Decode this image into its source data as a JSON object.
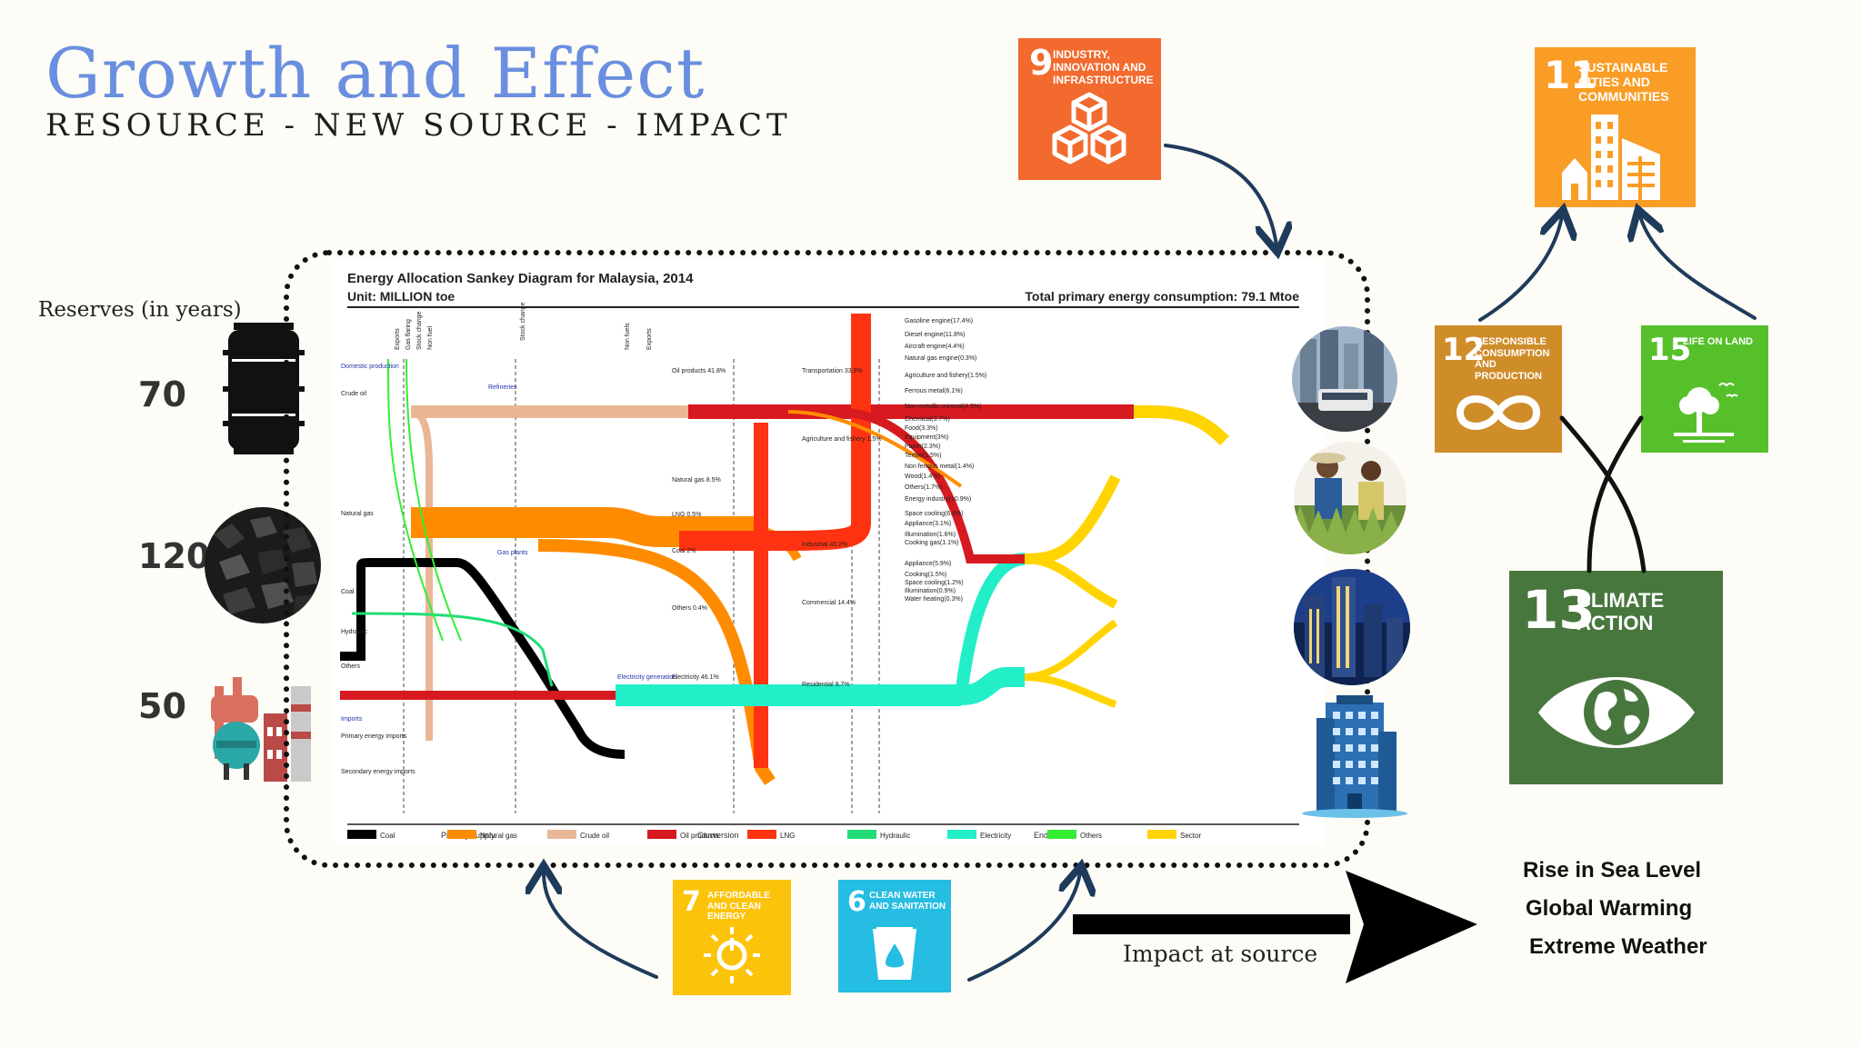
{
  "header": {
    "title": "Growth and Effect",
    "subtitle": "RESOURCE - NEW SOURCE - IMPACT"
  },
  "reserves": {
    "label": "Reserves (in years)",
    "items": [
      {
        "resource": "oil-barrel-icon",
        "value": "70"
      },
      {
        "resource": "coal-icon",
        "value": "120"
      },
      {
        "resource": "gas-plant-icon",
        "value": "50"
      }
    ]
  },
  "sankey": {
    "title": "Energy Allocation Sankey Diagram for Malaysia, 2014",
    "unit": "Unit: MILLION toe",
    "total": "Total primary energy consumption: 79.1 Mtoe",
    "columns": [
      "Primary supply",
      "Conversion",
      "End-use"
    ],
    "sources": [
      "Domestic production",
      "Crude oil",
      "Natural gas",
      "Coal",
      "Hydraulic",
      "Others",
      "Imports",
      "Primary energy imports",
      "Secondary energy imports"
    ],
    "top_labels": [
      "Exports",
      "Gas flaring",
      "Stock change",
      "Non fuel",
      "Stock change",
      "Non fuels",
      "Exports"
    ],
    "conversion_labels": [
      "Refineries",
      "Gas plants",
      "Electricity generation"
    ],
    "carriers": [
      "Oil products 41.8%",
      "Natural gas 8.5%",
      "LNG 0.5%",
      "Coal 2%",
      "Others 0.4%",
      "Electricity 46.1%"
    ],
    "sectors": [
      "Transportation 33.9%",
      "Agriculture and fishery 1.5%",
      "Industrial 40.2%",
      "Commercial 14.4%",
      "Residential 9.7%"
    ],
    "end_uses": [
      "Gasoline engine(17.4%)",
      "Diesel engine(11.8%)",
      "Aircraft engine(4.4%)",
      "Natural gas engine(0.3%)",
      "Agriculture and fishery(1.5%)",
      "Ferrous metal(6.1%)",
      "Non-metallic mineral(4.9%)",
      "Chemical(3.7%)",
      "Food(3.3%)",
      "Equipment(3%)",
      "Paper(2.3%)",
      "Textile(1.5%)",
      "Non ferrous metal(1.4%)",
      "Wood(1.4%)",
      "Others(1.7%)",
      "Energy industry(10.9%)",
      "Space cooling(6.6%)",
      "Appliance(3.1%)",
      "Illumination(1.6%)",
      "Cooking gas(1.1%)",
      "Appliance(5.9%)",
      "Cooking(1.5%)",
      "Space cooling(1.2%)",
      "Illumination(0.9%)",
      "Water heating(0.3%)"
    ],
    "legend": [
      {
        "label": "Coal",
        "color": "#000000"
      },
      {
        "label": "Natural gas",
        "color": "#ff8c00"
      },
      {
        "label": "Crude oil",
        "color": "#e9b796"
      },
      {
        "label": "Oil products",
        "color": "#d71920"
      },
      {
        "label": "LNG",
        "color": "#ff3311"
      },
      {
        "label": "Hydraulic",
        "color": "#22dd77"
      },
      {
        "label": "Electricity",
        "color": "#22eec8"
      },
      {
        "label": "Others",
        "color": "#33ee33"
      },
      {
        "label": "Sector",
        "color": "#ffd400"
      }
    ]
  },
  "sdgs": [
    {
      "num": "9",
      "text": "INDUSTRY, INNOVATION AND INFRASTRUCTURE",
      "color": "#f26a2e",
      "icon": "cubes-icon"
    },
    {
      "num": "11",
      "text": "SUSTAINABLE CITIES AND COMMUNITIES",
      "color": "#f99d26",
      "icon": "city-icon"
    },
    {
      "num": "12",
      "text": "RESPONSIBLE CONSUMPTION AND PRODUCTION",
      "color": "#cf8d2a",
      "icon": "infinity-icon"
    },
    {
      "num": "15",
      "text": "LIFE ON LAND",
      "color": "#56c02b",
      "icon": "tree-icon"
    },
    {
      "num": "13",
      "text": "CLIMATE ACTION",
      "color": "#48773e",
      "icon": "eye-globe-icon"
    },
    {
      "num": "7",
      "text": "AFFORDABLE AND CLEAN ENERGY",
      "color": "#fcc30b",
      "icon": "power-sun-icon"
    },
    {
      "num": "6",
      "text": "CLEAN WATER AND SANITATION",
      "color": "#26bde2",
      "icon": "water-glass-icon"
    }
  ],
  "impacts": [
    "Rise in Sea Level",
    "Global Warming",
    "Extreme Weather"
  ],
  "impact_source_label": "Impact at source",
  "colors": {
    "title": "#6a8fe0",
    "arrow": "#1f3b5c"
  }
}
